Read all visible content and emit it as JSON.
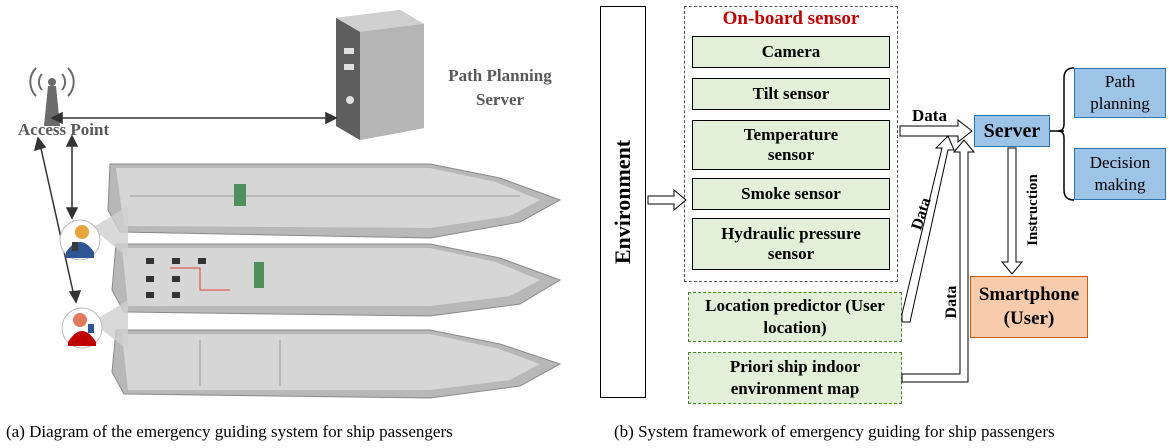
{
  "left": {
    "access_point_label": "Access Point",
    "server_label_line1": "Path Planning",
    "server_label_line2": "Server",
    "caption": "(a)  Diagram of the emergency guiding system for ship passengers"
  },
  "right": {
    "environment_label": "Environment",
    "onboard_title": "On-board sensor",
    "sensors": [
      "Camera",
      "Tilt  sensor",
      "Temperature sensor",
      "Smoke sensor",
      "Hydraulic  pressure sensor"
    ],
    "location_predictor": "Location predictor (User location)",
    "priori_map": "Priori ship indoor environment map",
    "data_label_1": "Data",
    "data_label_2": "Data",
    "data_label_3": "Data",
    "server_label": "Server",
    "instruction_label": "Instruction",
    "path_planning": "Path planning",
    "decision_making": "Decision making",
    "smartphone_line1": "Smartphone",
    "smartphone_line2": "(User)",
    "caption": "(b)  System framework of emergency guiding for ship passengers"
  },
  "colors": {
    "onboard_title": "#c00000",
    "sensor_fill": "#e2efd9",
    "server_fill": "#9dc3e6",
    "smartphone_fill": "#f8cbad",
    "label_gray": "#595959"
  }
}
